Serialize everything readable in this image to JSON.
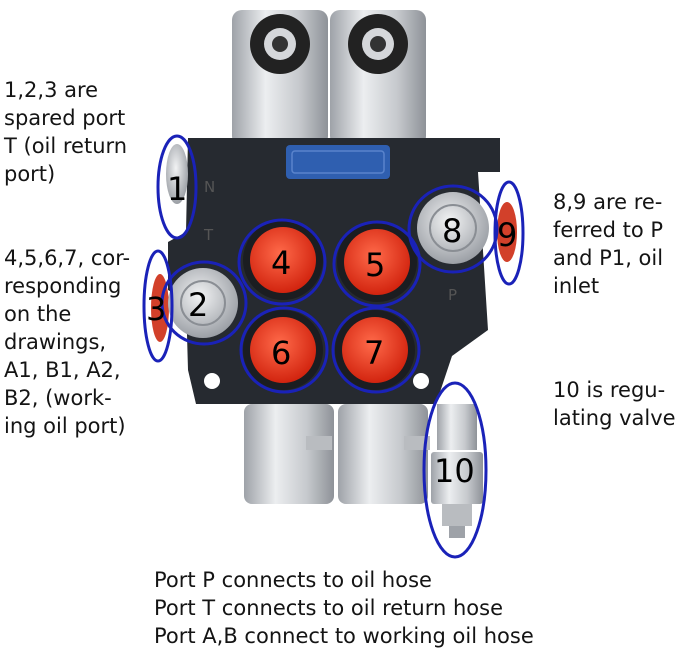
{
  "notes": {
    "spare_ports": [
      "1,2,3 are",
      "spared port",
      "T (oil return",
      "port)"
    ],
    "working_ports": [
      "4,5,6,7, cor-",
      "responding",
      "on the",
      "drawings,",
      "A1, B1, A2,",
      "B2, (work-",
      "ing oil port)"
    ],
    "inlet_ports": [
      "8,9 are re-",
      "ferred to P",
      "and P1, oil",
      "inlet"
    ],
    "regulating": [
      "10 is regu-",
      "lating valve"
    ]
  },
  "legend": [
    "Port P connects to oil hose",
    "Port T connects to oil return hose",
    "Port A,B connect to working oil hose"
  ],
  "body_marks": {
    "n": "N",
    "t": "T",
    "p": "P"
  },
  "ports": [
    {
      "id": "1",
      "label": "1"
    },
    {
      "id": "2",
      "label": "2"
    },
    {
      "id": "3",
      "label": "3"
    },
    {
      "id": "4",
      "label": "4"
    },
    {
      "id": "5",
      "label": "5"
    },
    {
      "id": "6",
      "label": "6"
    },
    {
      "id": "7",
      "label": "7"
    },
    {
      "id": "8",
      "label": "8"
    },
    {
      "id": "9",
      "label": "9"
    },
    {
      "id": "10",
      "label": "10"
    }
  ],
  "colors": {
    "circle": "#1a22b8",
    "cap_red": "#e8321c",
    "body": "#262a30",
    "steel": "#c9ccd0",
    "badge": "#2f5fb0"
  }
}
